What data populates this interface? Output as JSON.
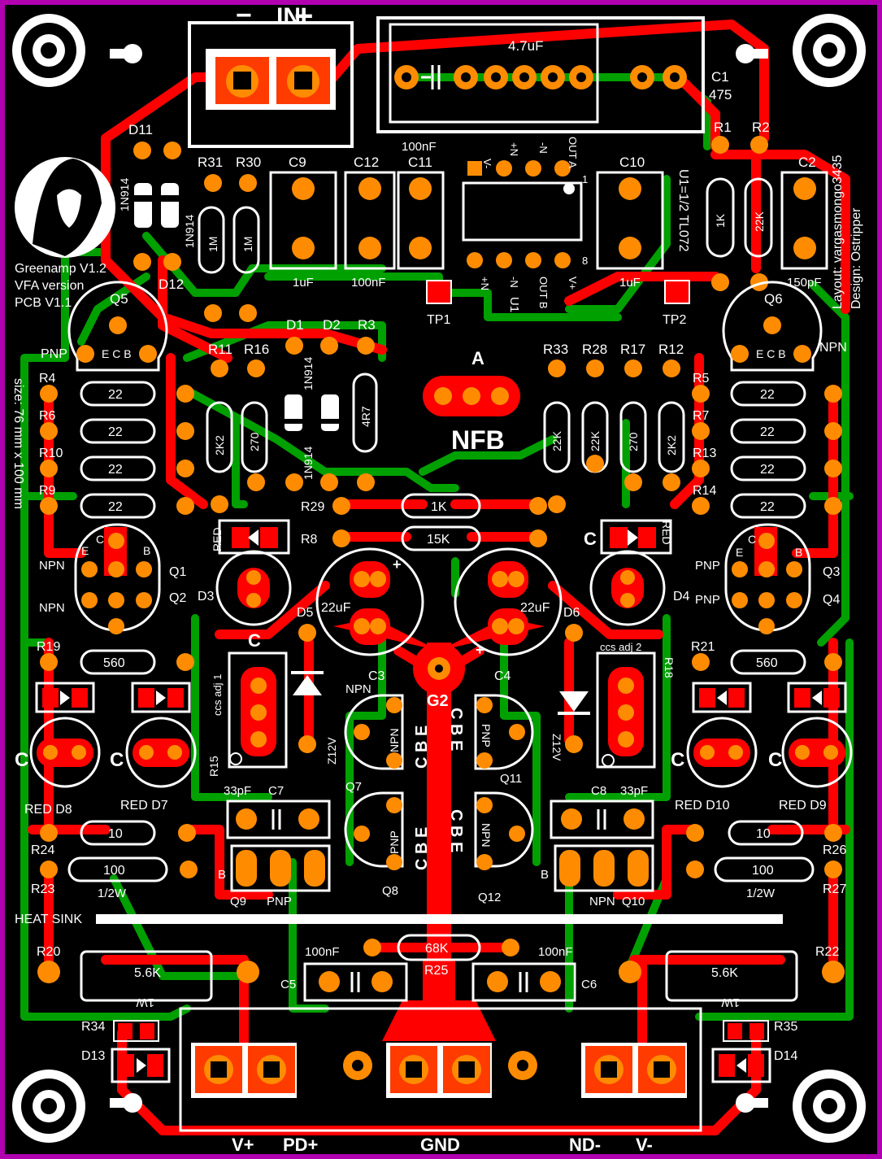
{
  "colors": {
    "background": "#000000",
    "border": "#b000b0",
    "trace_top": "#ff0000",
    "trace_bottom": "#00a000",
    "pad": "#ff8c00",
    "silkscreen": "#ffffff"
  },
  "header": {
    "in_label": "IN",
    "in_minus": "−",
    "in_plus": "+"
  },
  "board_info": {
    "title_line1": "Greenamp V1.2",
    "title_line2": "VFA version",
    "title_line3": "PCB V1.1",
    "size": "size: 76 mm x 100 mm",
    "layout": "Layout: vargasmongo3435",
    "design": "Design: Ostripper",
    "opamp": "U1=1/2 TL072",
    "heat_sink": "HEAT SINK"
  },
  "top_caps": {
    "c_input": "4.7uF",
    "c1": "C1",
    "c1_code": "475",
    "c9": "C9",
    "c9_value": "1uF",
    "c12": "C12",
    "c12_value": "100nF",
    "c11": "C11",
    "c11_top": "100nF",
    "c10": "C10",
    "c10_value": "1uF",
    "c2": "C2",
    "c2_value": "150pF"
  },
  "opamp_pins": {
    "top": [
      "V-",
      "+N",
      "-N",
      "OUT A",
      "1"
    ],
    "bottom": [
      "+N",
      "-N",
      "OUT B",
      "V+",
      "8"
    ],
    "u1": "U1"
  },
  "resistors": {
    "r1": "R1",
    "r1_value": "1K",
    "r2": "R2",
    "r2_value": "22K",
    "r30": "R30",
    "r30_value": "1M",
    "r31": "R31",
    "r31_value": "1M",
    "r3": "R3",
    "r3_value": "4R7",
    "r11": "R11",
    "r11_value": "2K2",
    "r16": "R16",
    "r16_value": "270",
    "r33": "R33",
    "r33_value": "22K",
    "r28": "R28",
    "r28_value": "22K",
    "r17": "R17",
    "r17_value": "270",
    "r12": "R12",
    "r12_value": "2K2",
    "r4": "R4",
    "r6": "R6",
    "r10": "R10",
    "r9": "R9",
    "r5": "R5",
    "r7": "R7",
    "r13": "R13",
    "r14": "R14",
    "r22val": "22",
    "r29": "R29",
    "r29_value": "1K",
    "r8": "R8",
    "r8_value": "15K",
    "r19": "R19",
    "r19_value": "560",
    "r21": "R21",
    "r21_value": "560",
    "r24": "R24",
    "r24_value": "10",
    "r23": "R23",
    "r23_value": "100",
    "r23_power": "1/2W",
    "r26": "R26",
    "r26_value": "10",
    "r27": "R27",
    "r27_value": "100",
    "r27_power": "1/2W",
    "r20": "R20",
    "r20_value": "5.6K",
    "r20_power": "1W",
    "r22": "R22",
    "r22_value": "5.6K",
    "r22_power": "1W",
    "r25": "R25",
    "r25_value": "68K",
    "r34": "R34",
    "r35": "R35",
    "r15": "R15",
    "r18": "R18"
  },
  "diodes": {
    "d11": "D11",
    "d12": "D12",
    "d1": "D1",
    "d2": "D2",
    "type": "1N914",
    "d3": "D3",
    "d4": "D4",
    "d5": "D5",
    "d6": "D6",
    "zener": "Z12V",
    "d7": "RED D7",
    "d8": "RED D8",
    "d9": "RED D9",
    "d10": "RED D10",
    "d13": "D13",
    "d14": "D14",
    "red": "RED",
    "c_mark": "C"
  },
  "transistors": {
    "q5": "Q5",
    "q6": "Q6",
    "pnp": "PNP",
    "npn": "NPN",
    "ecb": "E C B",
    "q1": "Q1",
    "q2": "Q2",
    "q3": "Q3",
    "q4": "Q4",
    "q7": "Q7",
    "q8": "Q8",
    "q9": "Q9",
    "q10": "Q10",
    "q11": "Q11",
    "q12": "Q12",
    "cbe": "C B E",
    "e": "E",
    "c": "C",
    "b": "B"
  },
  "misc": {
    "tp1": "TP1",
    "tp2": "TP2",
    "nfb_a": "A",
    "nfb": "NFB",
    "c3": "C3",
    "c4": "C4",
    "c3_value": "22uF",
    "c4_value": "22uF",
    "g2": "G2",
    "ccs1": "ccs adj 1",
    "ccs2": "ccs adj 2",
    "c7": "C7",
    "c7_value": "33pF",
    "c8": "C8",
    "c8_value": "33pF",
    "c5": "C5",
    "c5_value": "100nF",
    "c6": "C6",
    "c6_value": "100nF",
    "plus": "+"
  },
  "power": {
    "v_plus": "V+",
    "pd_plus": "PD+",
    "gnd": "GND",
    "nd_minus": "ND-",
    "v_minus": "V-"
  }
}
